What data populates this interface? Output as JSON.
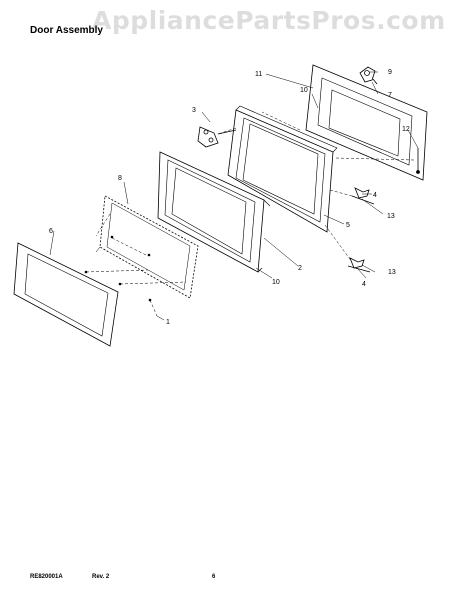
{
  "watermark": "AppliancePartsPros.com",
  "title": "Door Assembly",
  "footer": {
    "code": "RE820001A",
    "rev": "Rev. 2",
    "page": "6"
  },
  "callouts": {
    "c1": "1",
    "c2": "2",
    "c3": "3",
    "c4a": "4",
    "c4b": "4",
    "c5": "5",
    "c6": "6",
    "c7": "7",
    "c8": "8",
    "c9": "9",
    "c10": "10",
    "c11": "11",
    "c12": "12",
    "c13a": "13",
    "c13b": "13"
  }
}
